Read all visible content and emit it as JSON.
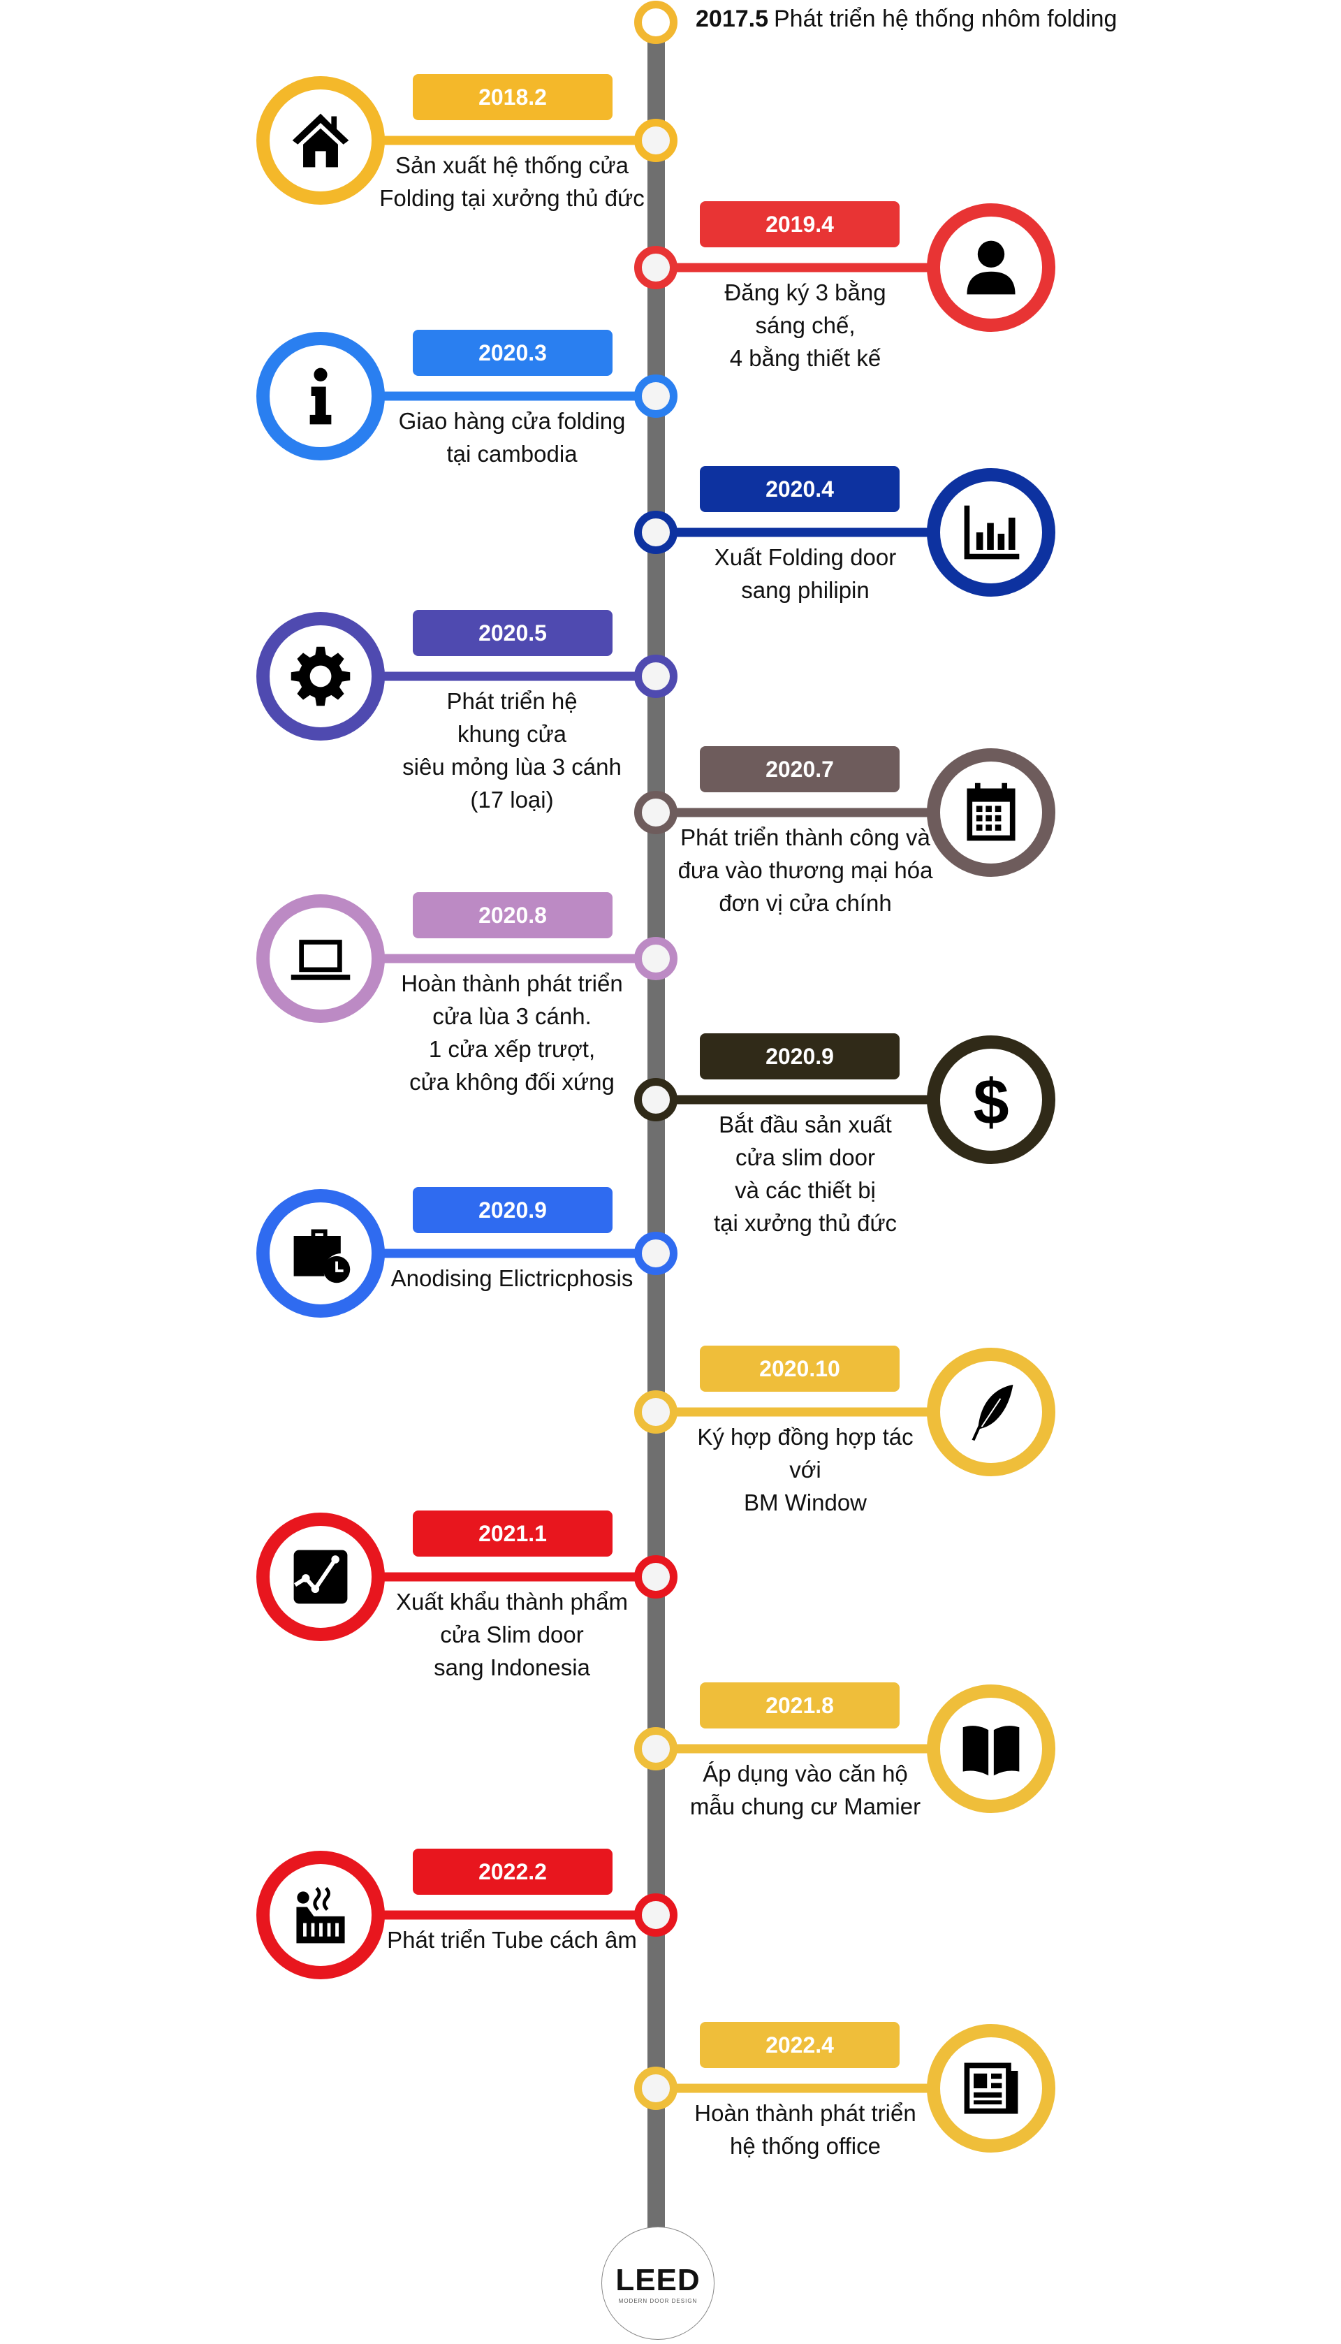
{
  "colors": {
    "spine": "#6f6f6f"
  },
  "start": {
    "year": "2017.5",
    "text": "Phát triển hệ thống nhôm folding",
    "color": "#F2B731"
  },
  "milestones": [
    {
      "year": "2018.2",
      "side": "left",
      "color": "#F4B82A",
      "icon": "home-icon",
      "lines": [
        "Sản xuất hệ thống cửa",
        "Folding tại xưởng thủ đức"
      ]
    },
    {
      "year": "2019.4",
      "side": "right",
      "color": "#E83434",
      "icon": "user-icon",
      "lines": [
        "Đăng ký 3 bằng",
        "sáng chế,",
        "4 bằng thiết kế"
      ]
    },
    {
      "year": "2020.3",
      "side": "left",
      "color": "#2A7FF0",
      "icon": "info-icon",
      "lines": [
        "Giao hàng cửa folding",
        "tại cambodia"
      ]
    },
    {
      "year": "2020.4",
      "side": "right",
      "color": "#0D32A0",
      "icon": "bar-chart-icon",
      "lines": [
        "Xuất Folding door",
        "sang philipin"
      ]
    },
    {
      "year": "2020.5",
      "side": "left",
      "color": "#4F4AB0",
      "icon": "gear-icon",
      "lines": [
        "Phát triển hệ",
        "khung cửa",
        "siêu mỏng lùa 3 cánh",
        "(17 loại)"
      ]
    },
    {
      "year": "2020.7",
      "side": "right",
      "color": "#6E5C5C",
      "icon": "calendar-icon",
      "lines": [
        "Phát triển thành công và",
        "đưa vào thương mại hóa",
        "đơn vị cửa chính"
      ]
    },
    {
      "year": "2020.8",
      "side": "left",
      "color": "#BC8AC4",
      "icon": "laptop-icon",
      "lines": [
        "Hoàn thành phát triển",
        "cửa lùa 3 cánh.",
        "1 cửa xếp trượt,",
        "cửa không đối xứng"
      ]
    },
    {
      "year": "2020.9",
      "side": "right",
      "color": "#302A18",
      "icon": "dollar-icon",
      "lines": [
        "Bắt đầu sản xuất",
        "cửa slim door",
        "và các thiết bị",
        "tại xưởng thủ đức"
      ]
    },
    {
      "year": "2020.9",
      "side": "left",
      "color": "#2F6BF0",
      "icon": "briefcase-clock-icon",
      "lines": [
        "Anodising Elictricphosis"
      ]
    },
    {
      "year": "2020.10",
      "side": "right",
      "color": "#EFBE3A",
      "icon": "feather-icon",
      "lines": [
        "Ký hợp đồng hợp tác",
        "với",
        "BM Window"
      ]
    },
    {
      "year": "2021.1",
      "side": "left",
      "color": "#E8161E",
      "icon": "line-chart-icon",
      "lines": [
        "Xuất khẩu thành phẩm",
        "cửa Slim door",
        "sang Indonesia"
      ]
    },
    {
      "year": "2021.8",
      "side": "right",
      "color": "#EFBE3A",
      "icon": "book-icon",
      "lines": [
        "Áp dụng vào căn hộ",
        "mẫu chung cư Mamier"
      ]
    },
    {
      "year": "2022.2",
      "side": "left",
      "color": "#E8161E",
      "icon": "factory-icon",
      "lines": [
        "Phát triển Tube cách âm"
      ]
    },
    {
      "year": "2022.4",
      "side": "right",
      "color": "#EFBE3A",
      "icon": "newspaper-icon",
      "lines": [
        "Hoàn thành phát triển",
        "hệ thống office"
      ]
    }
  ],
  "logo": {
    "name": "LEED",
    "tagline": "MODERN DOOR DESIGN"
  }
}
